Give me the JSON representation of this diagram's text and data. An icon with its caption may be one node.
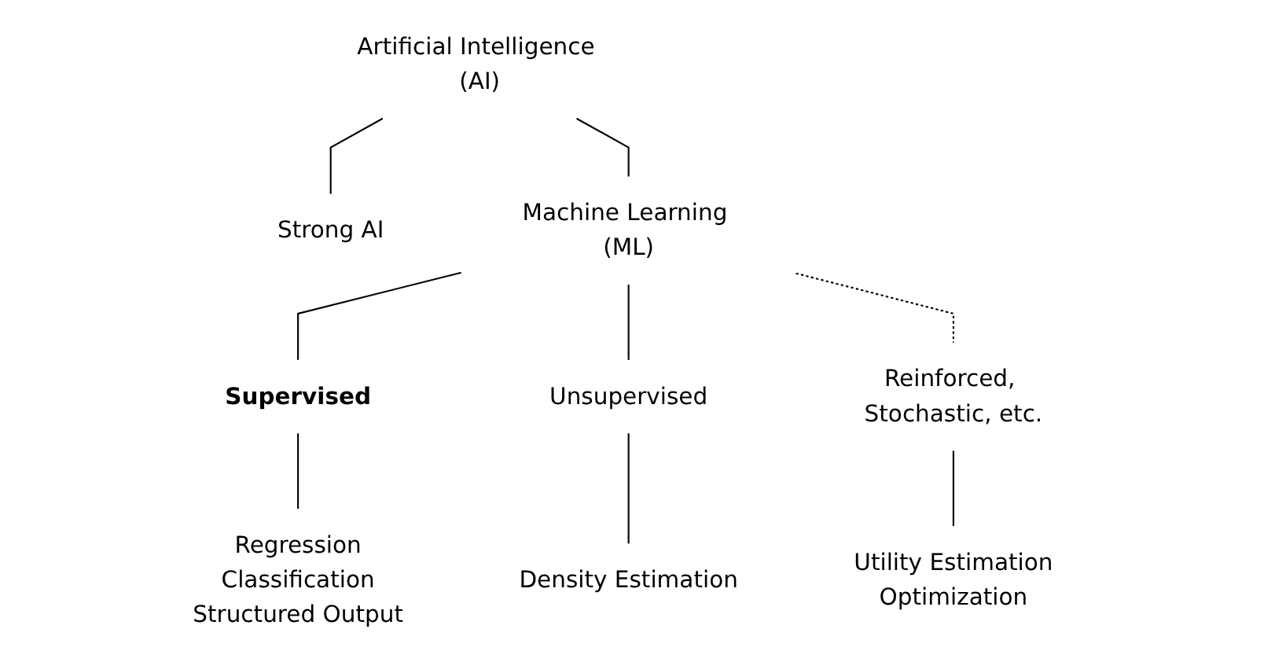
{
  "diagram": {
    "nodes": [
      {
        "text": [
          "Artificial Intelligence (AI)"
        ]
      },
      {
        "text": [
          "Strong AI"
        ]
      },
      {
        "text": [
          "Machine Learning (ML)"
        ]
      },
      {
        "text": [
          "Supervised"
        ]
      },
      {
        "text": [
          "Unsupervised"
        ]
      },
      {
        "text": [
          "Reinforced, Stochastic, etc."
        ]
      },
      {
        "text": [
          "Regression",
          "Classification",
          "Structured Output"
        ]
      },
      {
        "text": [
          "Density Estimation"
        ]
      },
      {
        "text": [
          "Utility Estimation",
          "Optimization"
        ]
      }
    ],
    "edges": [
      {
        "from": 0,
        "to": 1,
        "arrow": "none"
      },
      {
        "from": 0,
        "to": 2,
        "arrow": "none"
      },
      {
        "from": 2,
        "to": 3,
        "arrow": "none"
      },
      {
        "from": 2,
        "to": 4,
        "arrow": "none"
      },
      {
        "from": 2,
        "to": 5,
        "arrow": "none",
        "style": "dashed"
      },
      {
        "from": 3,
        "to": 6,
        "arrow": "none"
      },
      {
        "from": 4,
        "to": 7,
        "arrow": "none"
      },
      {
        "from": 5,
        "to": 8,
        "arrow": "none"
      }
    ]
  }
}
